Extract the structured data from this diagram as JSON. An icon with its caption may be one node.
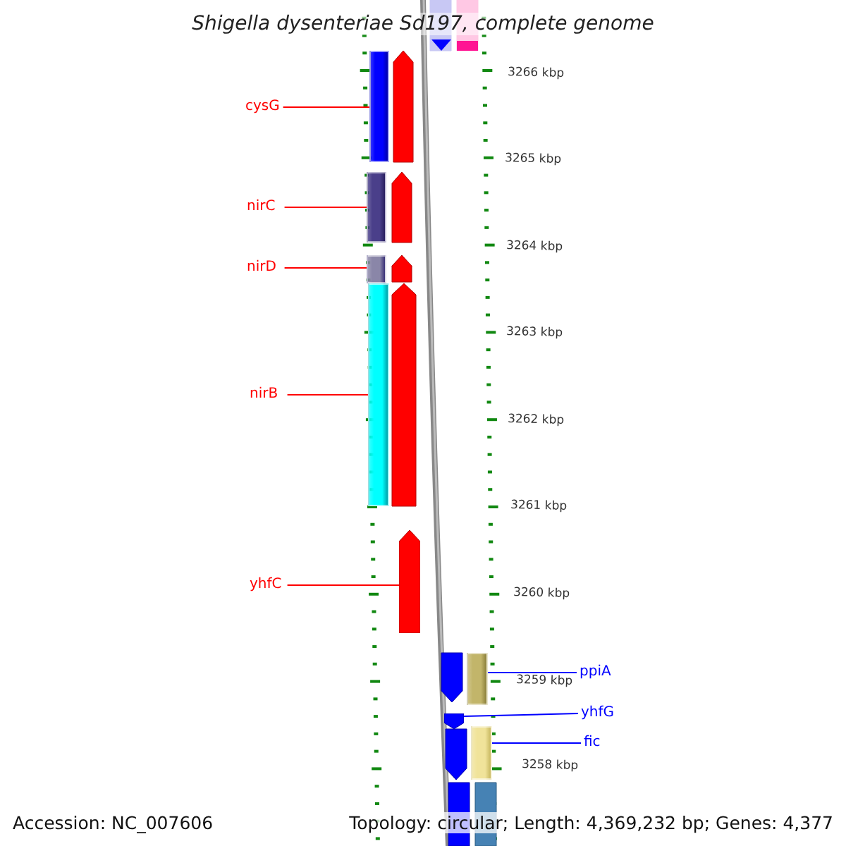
{
  "diagram": {
    "title": "Shigella dysenteriae Sd197, complete genome",
    "nodes": [
      {
        "text": [
          "cysG"
        ]
      },
      {
        "text": [
          "nirC"
        ]
      },
      {
        "text": [
          "nirD"
        ]
      },
      {
        "text": [
          "nirB"
        ]
      },
      {
        "text": [
          "yhfC"
        ]
      },
      {
        "text": [
          "ppiA"
        ]
      },
      {
        "text": [
          "yhfG"
        ]
      },
      {
        "text": [
          "fic"
        ]
      },
      {
        "text": [],
        "shape": "bar"
      },
      {
        "text": [],
        "shape": "bar"
      },
      {
        "text": [],
        "shape": "bar"
      },
      {
        "text": [],
        "shape": "bar"
      },
      {
        "text": [],
        "shape": "arrow"
      },
      {
        "text": [],
        "shape": "bar"
      },
      {
        "text": [],
        "shape": "arrow"
      },
      {
        "text": [],
        "shape": "bar"
      }
    ],
    "edges": [
      {
        "from": 0,
        "to": 8,
        "arrow": "none"
      },
      {
        "from": 1,
        "to": 9,
        "arrow": "none"
      },
      {
        "from": 2,
        "to": 10,
        "arrow": "none"
      },
      {
        "from": 3,
        "to": 11,
        "arrow": "none"
      },
      {
        "from": 4,
        "to": 12,
        "arrow": "none"
      },
      {
        "from": 5,
        "to": 13,
        "arrow": "none",
        "color": "#0000ff"
      },
      {
        "from": 6,
        "to": 14,
        "arrow": "none",
        "color": "#0000ff"
      },
      {
        "from": 7,
        "to": 15,
        "arrow": "none",
        "color": "#0000ff"
      }
    ],
    "labels": [
      "3266 kbp",
      "3265 kbp",
      "3264 kbp",
      "3263 kbp",
      "3262 kbp",
      "3261 kbp",
      "3260 kbp",
      "3259 kbp",
      "3258 kbp",
      "Accession: NC_007606",
      "Topology: circular; Length: 4,369,232 bp; Genes: 4,377"
    ]
  }
}
